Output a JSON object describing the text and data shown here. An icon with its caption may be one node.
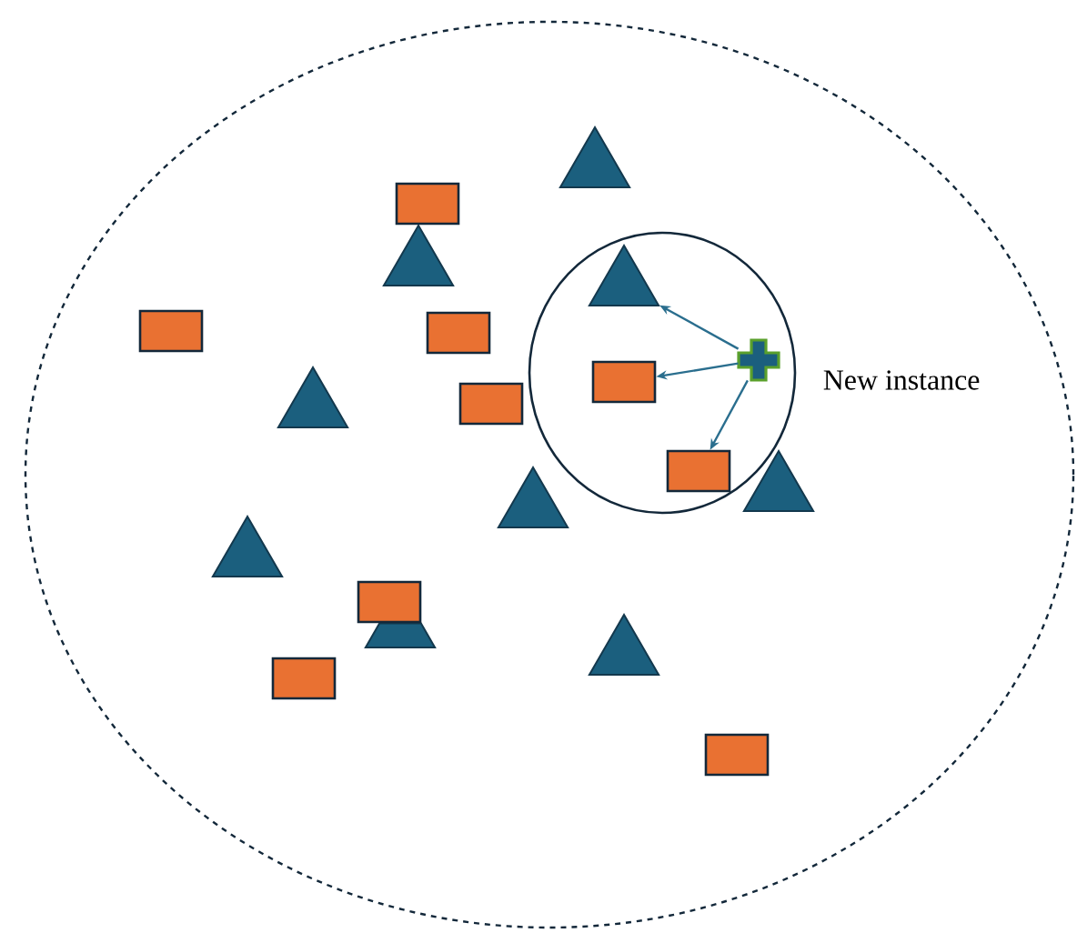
{
  "diagram": {
    "nodes": [
      {
        "text": [],
        "shape": "circle"
      },
      {
        "text": [],
        "shape": "circle",
        "in": 0
      },
      {
        "text": [],
        "shape": "triangle",
        "in": 0
      },
      {
        "text": [],
        "shape": "box",
        "in": 0
      },
      {
        "text": [],
        "shape": "triangle",
        "in": 0
      },
      {
        "text": [],
        "shape": "triangle",
        "in": 1
      },
      {
        "text": [],
        "shape": "box",
        "in": 0
      },
      {
        "text": [],
        "shape": "box",
        "in": 0
      },
      {
        "text": [],
        "shape": "cross",
        "in": 1,
        "beside": [
          "New instance"
        ]
      },
      {
        "text": [],
        "shape": "box",
        "in": 1
      },
      {
        "text": [],
        "shape": "triangle",
        "in": 0
      },
      {
        "text": [],
        "shape": "box",
        "in": 0
      },
      {
        "text": [],
        "shape": "box",
        "in": 1
      },
      {
        "text": [],
        "shape": "triangle",
        "in": 0
      },
      {
        "text": [],
        "shape": "triangle",
        "in": 0
      },
      {
        "text": [],
        "shape": "triangle",
        "in": 0
      },
      {
        "text": [],
        "shape": "box",
        "in": 0
      },
      {
        "text": [],
        "shape": "triangle",
        "in": 0
      },
      {
        "text": [],
        "shape": "triangle",
        "in": 0
      },
      {
        "text": [],
        "shape": "box",
        "in": 0
      },
      {
        "text": [],
        "shape": "box",
        "in": 0
      }
    ],
    "edges": [
      {
        "from": 8,
        "to": 5,
        "arrow": "to"
      },
      {
        "from": 8,
        "to": 9,
        "arrow": "to"
      },
      {
        "from": 8,
        "to": 12,
        "arrow": "to"
      }
    ]
  }
}
